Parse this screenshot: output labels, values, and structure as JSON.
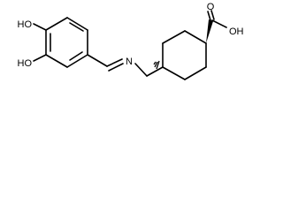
{
  "structure": {
    "atoms": {
      "hydroxyl_top": "HO",
      "hydroxyl_bottom": "HO",
      "imine_nitrogen": "N",
      "carboxyl_oxygen": "O",
      "carboxyl_hydroxyl": "OH"
    }
  }
}
